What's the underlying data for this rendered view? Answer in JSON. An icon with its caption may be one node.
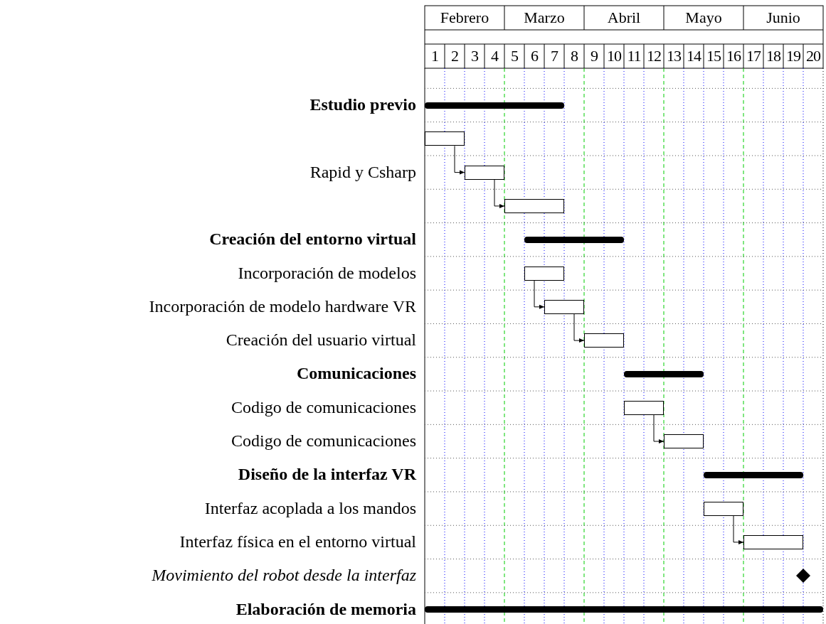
{
  "diagram": {
    "nodes": [
      {
        "text": [],
        "shape": "bar"
      },
      {
        "text": [],
        "shape": "bar"
      },
      {
        "text": [],
        "shape": "bar"
      },
      {
        "text": [],
        "shape": "bar"
      },
      {
        "text": [],
        "shape": "bar"
      },
      {
        "text": [],
        "shape": "bar"
      },
      {
        "text": [],
        "shape": "bar"
      },
      {
        "text": [],
        "shape": "bar"
      },
      {
        "text": [],
        "shape": "bar"
      },
      {
        "text": [],
        "shape": "bar"
      },
      {
        "text": [],
        "shape": "bar"
      },
      {
        "text": [],
        "shape": "bar"
      },
      {
        "text": [],
        "shape": "bar"
      },
      {
        "text": [],
        "shape": "bar"
      },
      {
        "text": [],
        "shape": "diamond"
      },
      {
        "text": [],
        "shape": "bar"
      }
    ],
    "edges": [
      {
        "from": 1,
        "to": 2,
        "arrow": "to"
      },
      {
        "from": 2,
        "to": 3,
        "arrow": "to"
      },
      {
        "from": 5,
        "to": 6,
        "arrow": "to"
      },
      {
        "from": 6,
        "to": 7,
        "arrow": "to"
      },
      {
        "from": 9,
        "to": 10,
        "arrow": "to"
      },
      {
        "from": 12,
        "to": 13,
        "arrow": "to"
      }
    ],
    "labels": [
      "Febrero",
      "Marzo",
      "Abril",
      "Mayo",
      "Junio",
      "1",
      "2",
      "3",
      "4",
      "5",
      "6",
      "7",
      "8",
      "9",
      "10",
      "11",
      "12",
      "13",
      "14",
      "15",
      "16",
      "17",
      "18",
      "19",
      "20",
      "Estudio previo",
      "Rapid y Csharp",
      "Creación del entorno virtual",
      "Incorporación de modelos",
      "Incorporación de modelo hardware VR",
      "Creación del usuario virtual",
      "Comunicaciones",
      "Codigo de comunicaciones",
      "Codigo de comunicaciones",
      "Diseño de la interfaz VR",
      "Interfaz acoplada a los mandos",
      "Interfaz física en el entorno virtual",
      "Movimiento del robot desde la interfaz",
      "Elaboración de memoria"
    ]
  }
}
